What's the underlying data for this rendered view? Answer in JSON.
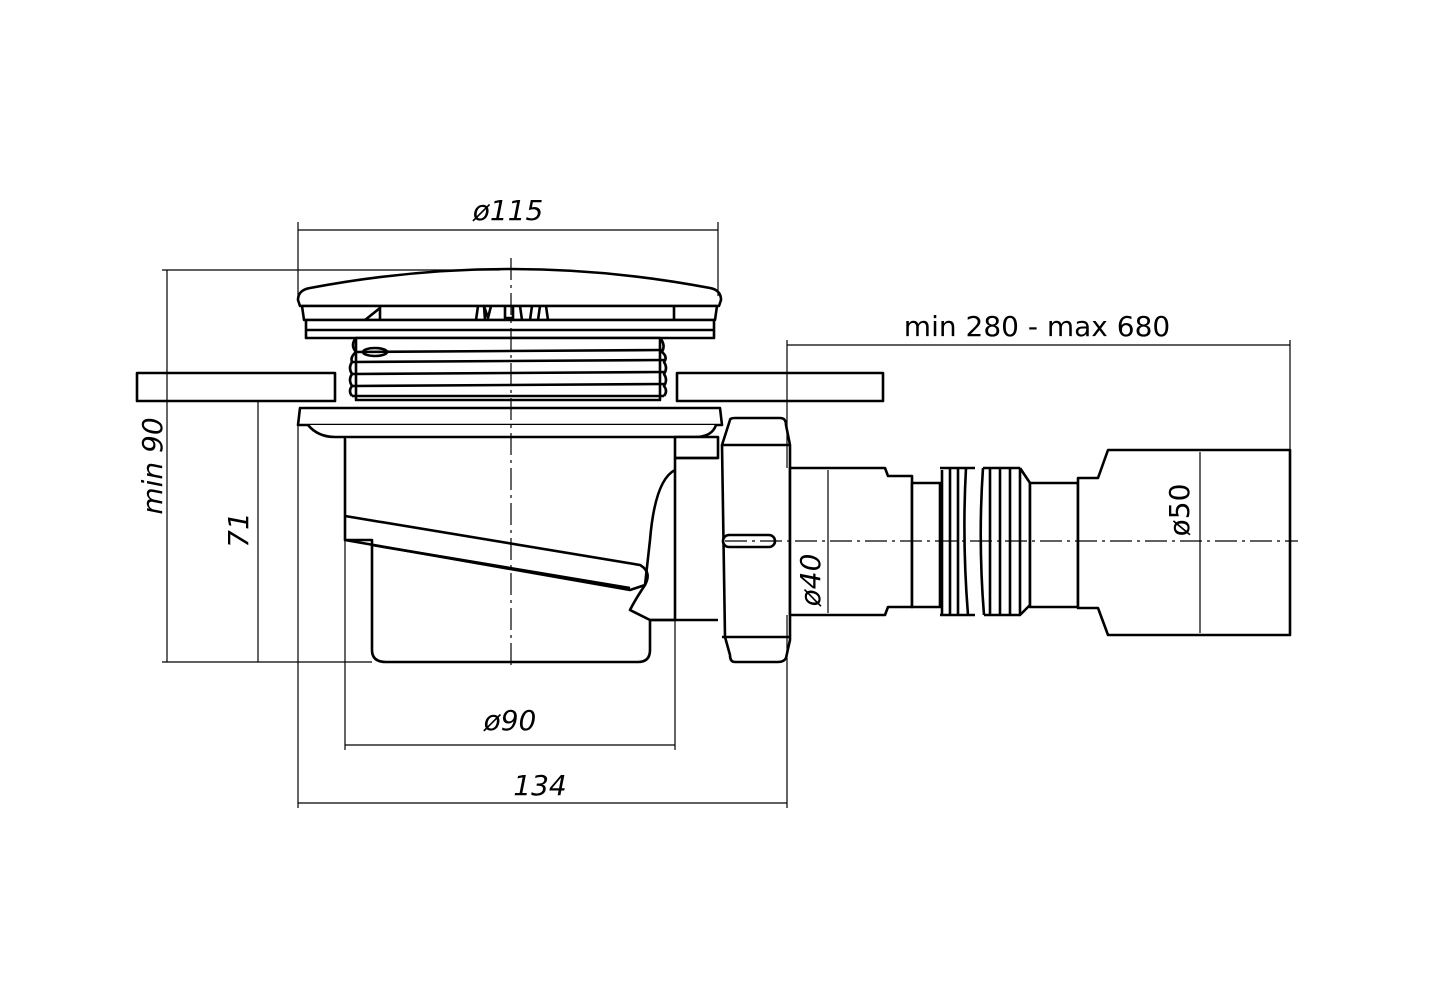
{
  "dimensions": {
    "cap_diameter": "ø115",
    "pipe_length": "min 280 - max 680",
    "min_height": "min 90",
    "body_height": "71",
    "body_diameter": "ø90",
    "total_width": "134",
    "outlet_diameter": "ø40",
    "pipe_diameter": "ø50"
  },
  "colors": {
    "line": "#000000",
    "background": "#ffffff",
    "hatch": "#bbbbbb"
  }
}
